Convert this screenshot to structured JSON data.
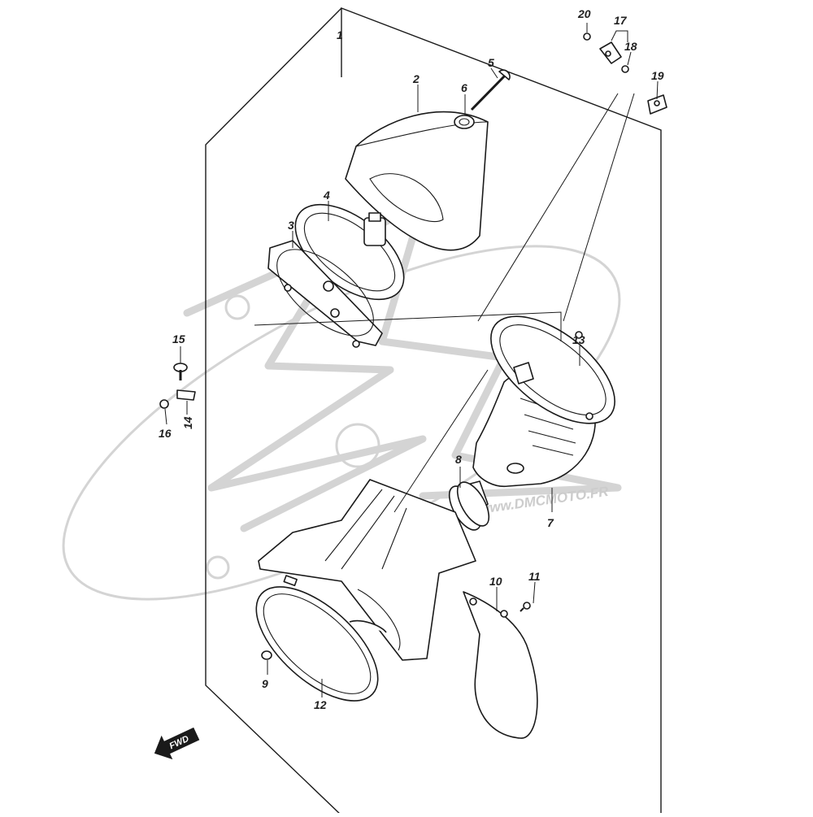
{
  "diagram": {
    "callouts": [
      {
        "id": "1",
        "label": "1"
      },
      {
        "id": "2",
        "label": "2"
      },
      {
        "id": "3",
        "label": "3"
      },
      {
        "id": "4",
        "label": "4"
      },
      {
        "id": "5",
        "label": "5"
      },
      {
        "id": "6",
        "label": "6"
      },
      {
        "id": "7",
        "label": "7"
      },
      {
        "id": "8",
        "label": "8"
      },
      {
        "id": "9",
        "label": "9"
      },
      {
        "id": "10",
        "label": "10"
      },
      {
        "id": "11",
        "label": "11"
      },
      {
        "id": "12",
        "label": "12"
      },
      {
        "id": "13",
        "label": "13"
      },
      {
        "id": "14",
        "label": "14"
      },
      {
        "id": "15",
        "label": "15"
      },
      {
        "id": "16",
        "label": "16"
      },
      {
        "id": "17",
        "label": "17"
      },
      {
        "id": "18",
        "label": "18"
      },
      {
        "id": "19",
        "label": "19"
      },
      {
        "id": "20",
        "label": "20"
      }
    ],
    "direction_marker": {
      "label": "FWD",
      "icon": "fwd-arrow-icon"
    },
    "watermark": {
      "text": "www.DMCMOTO.FR"
    },
    "colors": {
      "line": "#1a1a1a",
      "background": "#ffffff",
      "watermark": "#d4d4d4"
    }
  }
}
